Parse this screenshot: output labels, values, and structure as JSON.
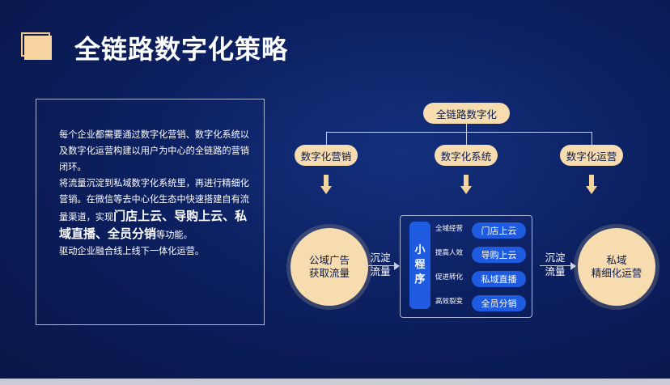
{
  "title": "全链路数字化策略",
  "description": {
    "line1": "每个企业都需要通过数字化营销、数字化系统以及数字化运营构建以用户为中心的全链路的营销闭环。",
    "line2_pre": "将流量沉淀到私域数字化系统里，再进行精细化营销。在微信等去中心化生态中快速搭建自有流量渠道，实现",
    "line2_hl": "门店上云、导购上云、私域直播、全员分销",
    "line2_post": "等功能。",
    "line3": "驱动企业融合线上线下一体化运营。"
  },
  "diagram": {
    "root": "全链路数字化",
    "branches": [
      "数字化营销",
      "数字化系统",
      "数字化运营"
    ],
    "left_circle": [
      "公域广告",
      "获取流量"
    ],
    "right_circle": [
      "私域",
      "精细化运营"
    ],
    "flow_label_left": [
      "沉淀",
      "流量"
    ],
    "flow_label_right": [
      "沉淀",
      "流量"
    ],
    "mini_program_chars": [
      "小",
      "程",
      "序"
    ],
    "rows": [
      {
        "label": "全域经营",
        "pill": "门店上云"
      },
      {
        "label": "提高人效",
        "pill": "导购上云"
      },
      {
        "label": "促进转化",
        "pill": "私域直播"
      },
      {
        "label": "高效裂变",
        "pill": "全员分销"
      }
    ]
  },
  "colors": {
    "background": "#0c2060",
    "accent_gold": "#f6dcae",
    "accent_blue": "#1e5be0"
  }
}
